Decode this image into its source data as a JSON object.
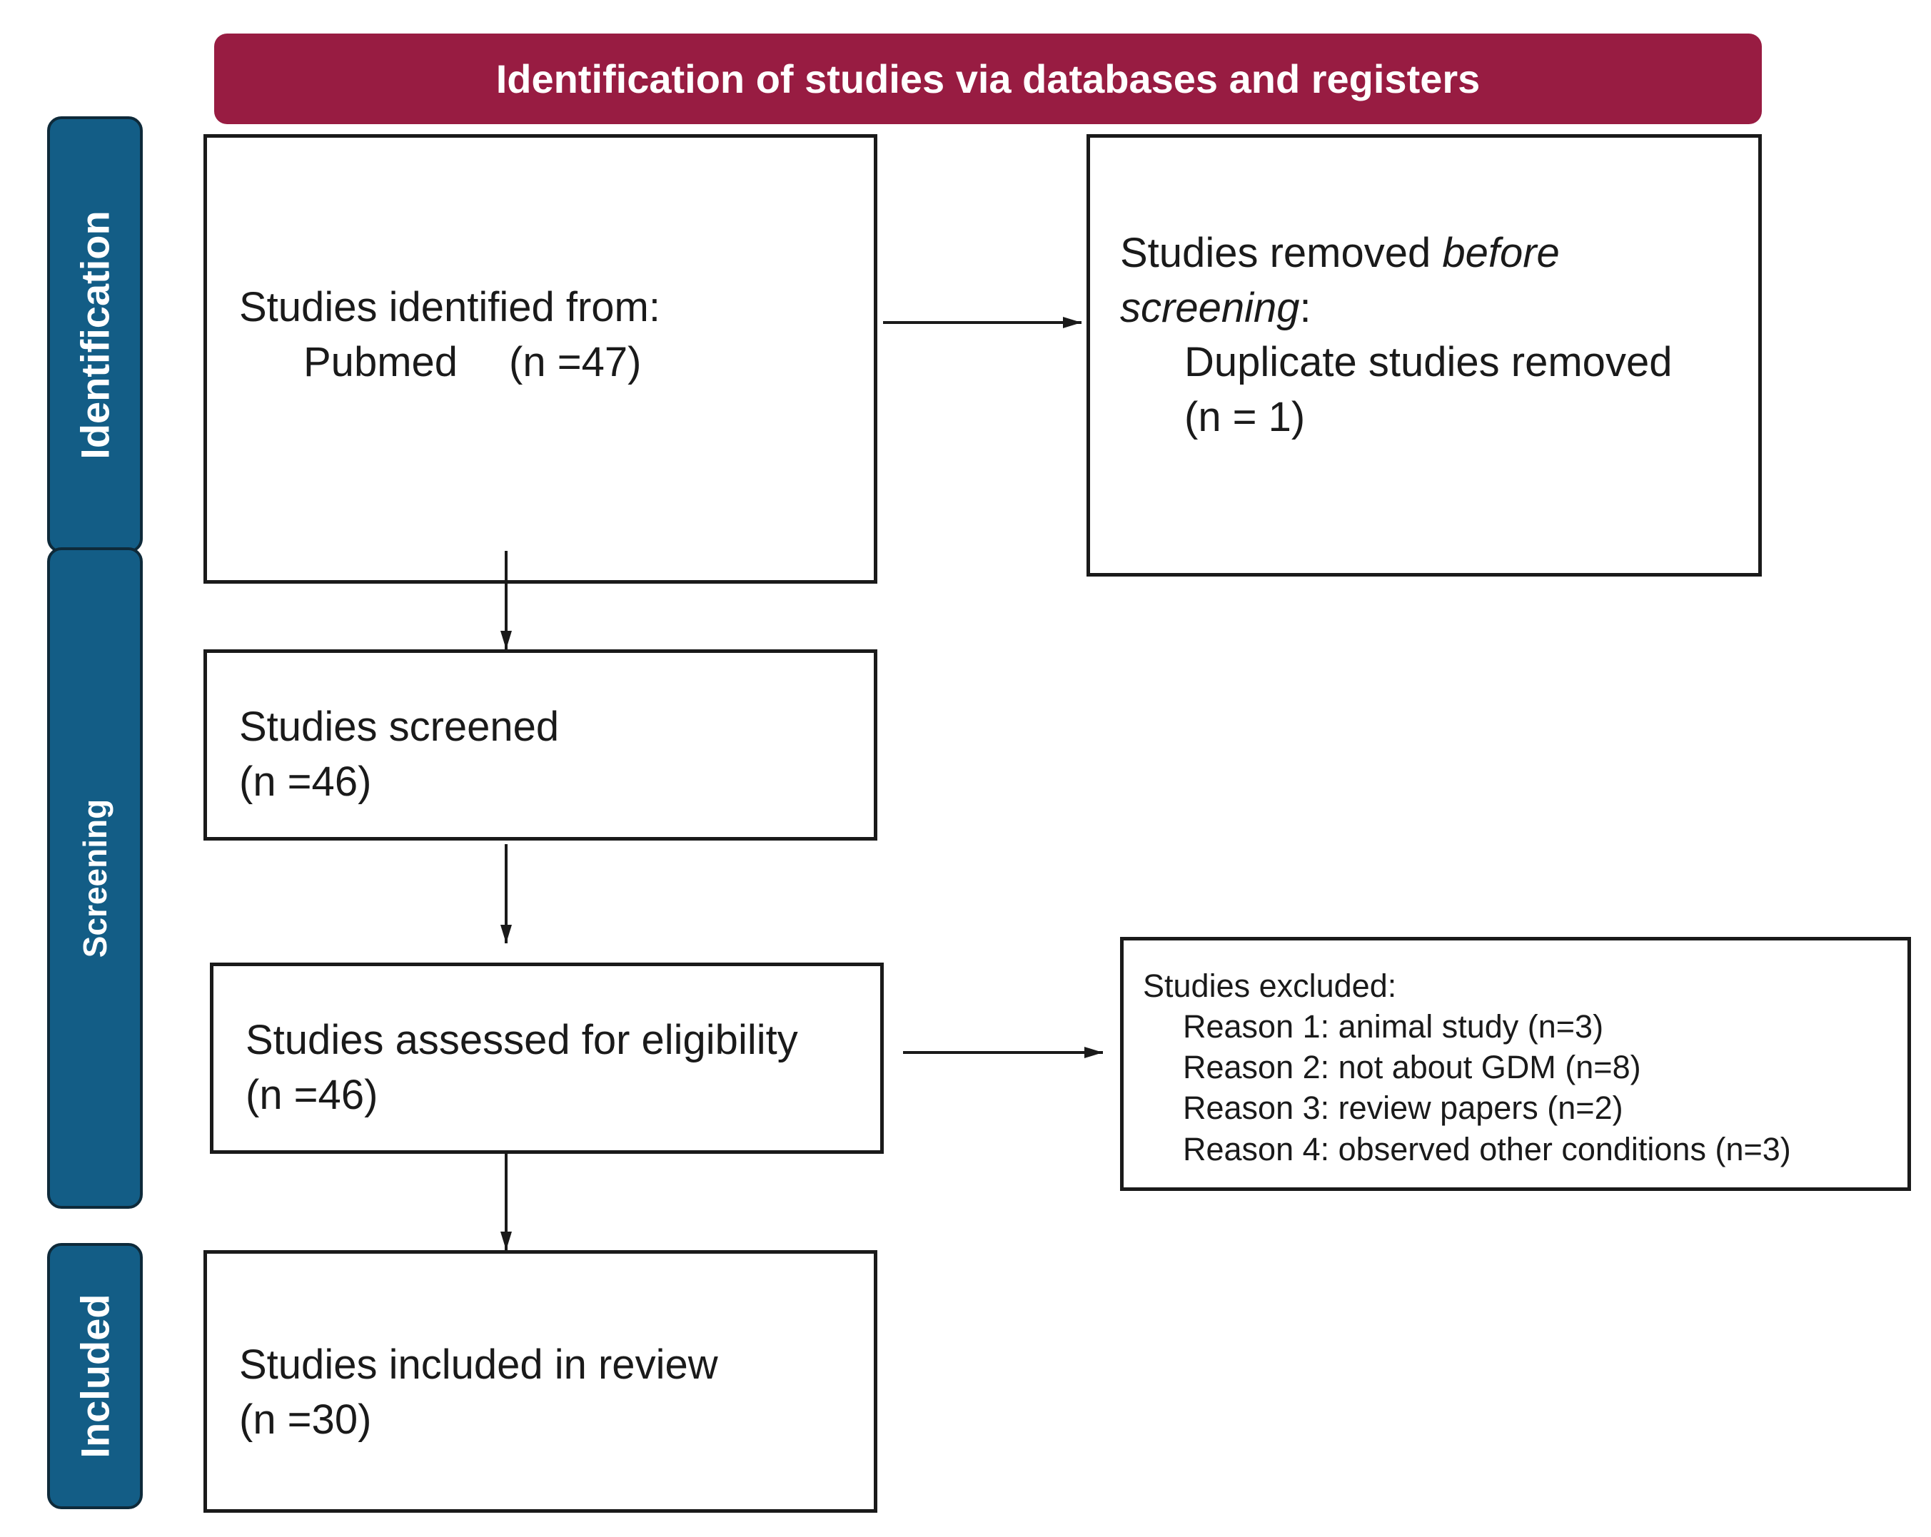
{
  "header": {
    "title": "Identification of studies via databases and registers"
  },
  "stages": {
    "identification": "Identification",
    "screening": "Screening",
    "included": "Included"
  },
  "boxes": {
    "identified": {
      "heading": "Studies identified from:",
      "source": "Pubmed",
      "count": "(n =47)"
    },
    "removed": {
      "heading_prefix": "Studies removed ",
      "heading_em1": "before",
      "heading_em2": "screening",
      "heading_suffix": ":",
      "item": "Duplicate studies removed",
      "count": "(n = 1)"
    },
    "screened": {
      "label": "Studies screened",
      "count": "(n =46)"
    },
    "assessed": {
      "label": "Studies assessed for eligibility",
      "count": "(n =46)"
    },
    "excluded": {
      "heading": "Studies excluded:",
      "reasons": [
        "Reason 1: animal study (n=3)",
        "Reason 2: not about GDM (n=8)",
        "Reason 3: review papers  (n=2)",
        "Reason 4: observed other conditions  (n=3)"
      ]
    },
    "included": {
      "label": "Studies included in review",
      "count": "(n =30)"
    }
  },
  "colors": {
    "header": "#981c42",
    "stage": "#135d86",
    "stage_border": "#0e2a3a",
    "line": "#1a1a1a"
  }
}
